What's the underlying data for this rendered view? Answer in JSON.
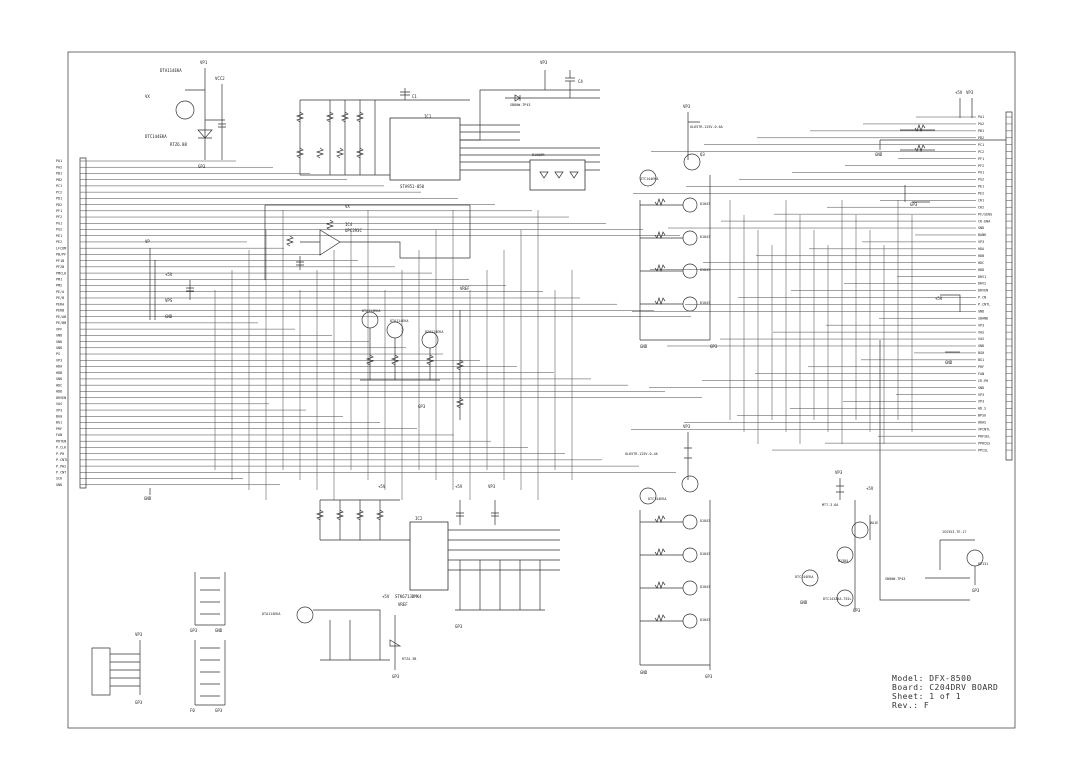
{
  "title_block": {
    "model": "Model: DFX-8500",
    "board": "Board: C204DRV BOARD",
    "sheet": "Sheet: 1 of 1",
    "rev": "Rev.: F"
  },
  "connector_left_pins": [
    "PA1",
    "PA2",
    "PB1",
    "PB2",
    "PC1",
    "PC2",
    "PD1",
    "PD2",
    "PF1",
    "PF2",
    "PG1",
    "PG2",
    "PE1",
    "PE2",
    "LFCOM",
    "PB/PF",
    "PF1B",
    "PF2B",
    "PMCLK",
    "PM1",
    "PM2",
    "PE/A",
    "PE/B",
    "PERA",
    "PERB",
    "PE/AB",
    "PE/BB",
    "VPF",
    "GND",
    "GND",
    "GND",
    "PS",
    "VP3",
    "HDA",
    "HDB",
    "GND",
    "HDC",
    "HDD",
    "DRVEN",
    "VAS",
    "VP3",
    "BG0",
    "BG1",
    "PRF",
    "FAN",
    "PRTEN",
    "P.CLK",
    "P.PH",
    "P.CNTL",
    "P.PH2",
    "P.CNT",
    "SCK",
    "GND"
  ],
  "connector_right_pins": [
    "PA1",
    "PA2",
    "PB1",
    "PB2",
    "PC1",
    "PC2",
    "PF1",
    "PF2",
    "PG1",
    "PG2",
    "PE1",
    "PE2",
    "CR1",
    "CR2",
    "PF/SENS",
    "CR-ENA",
    "GND",
    "BANK",
    "VP3",
    "HDA",
    "HDB",
    "HDC",
    "HDD",
    "DRV1",
    "DRV2",
    "DRVEN",
    "P.CN",
    "P.CNTL",
    "GND",
    "SBAND",
    "VP3",
    "VAS",
    "VAS",
    "GND",
    "BG0",
    "BG1",
    "PRF",
    "FAN",
    "CR.PH",
    "GND",
    "VP3",
    "VP3",
    "HD.S",
    "BPSU",
    "HDAS",
    "VPCNTL",
    "PRFSEL",
    "PPRCUS",
    "PPCSL"
  ],
  "components": {
    "regulator_ic1": "STA951-050",
    "opamp_ic4": "UPC393C",
    "driver_ic2": "STK6713BMK4",
    "q34": "DTC144EKA",
    "q36": "DTA114EKA",
    "q35": "DTC144EKA",
    "q38": "DTC144EKA",
    "q20": "DTC144EKA",
    "q30": "DTC144EKA",
    "q3": "DTA114EKA",
    "dsp1": "D1843",
    "dsp2": "D1843",
    "dsp3": "D1843",
    "dsp4": "D1843",
    "fuse_f2": "UL65TR-125V-0.6A",
    "fuse_f1": "UL65TR-125V-0.4A",
    "fuse_f3": "MT7-3.6A",
    "d1": "SB80W-TP43",
    "d2": "SB80W-TP43",
    "d9": "1SS353-TE-17",
    "d17": "1SS353-TE-17",
    "d18": "SB80W-TP43",
    "zd2": "RTZ6.8B",
    "zd1": "RTZ4.3B",
    "q31": "B1384",
    "q32": "D2131",
    "q37": "BA1E",
    "q39": "DTC143ZKA-T61L",
    "q40": "DTC143ZKA-T61L"
  },
  "net_labels": [
    "VP3",
    "VCC2",
    "VX",
    "+5V",
    "VREF",
    "GND",
    "GP3"
  ]
}
